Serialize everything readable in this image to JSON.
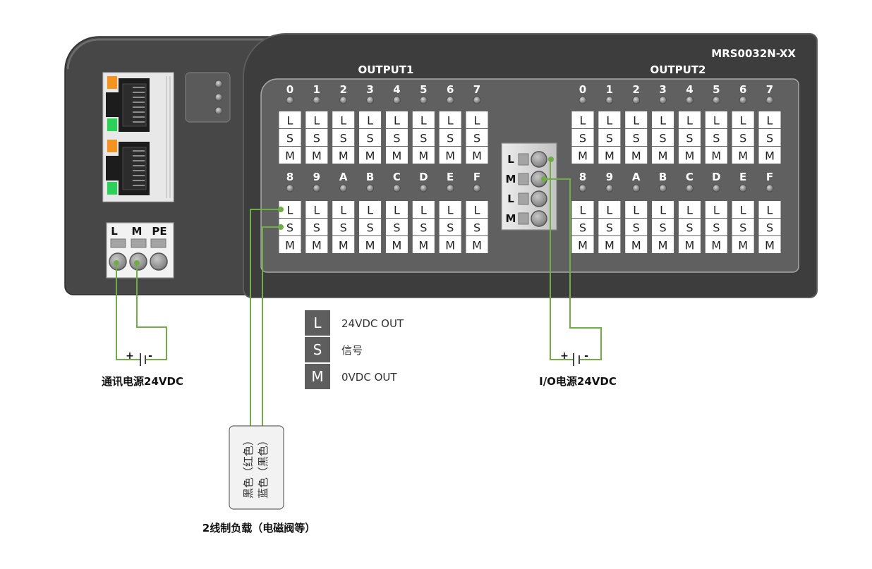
{
  "module": {
    "model": "MRS0032N-XX"
  },
  "output1": {
    "title": "OUTPUT1",
    "row1_channels": [
      "0",
      "1",
      "2",
      "3",
      "4",
      "5",
      "6",
      "7"
    ],
    "row2_channels": [
      "8",
      "9",
      "A",
      "B",
      "C",
      "D",
      "E",
      "F"
    ]
  },
  "output2": {
    "title": "OUTPUT2",
    "row1_channels": [
      "0",
      "1",
      "2",
      "3",
      "4",
      "5",
      "6",
      "7"
    ],
    "row2_channels": [
      "8",
      "9",
      "A",
      "B",
      "C",
      "D",
      "E",
      "F"
    ]
  },
  "terminal_pins": [
    "L",
    "S",
    "M"
  ],
  "comm_power_connector": {
    "pins": [
      "L",
      "M",
      "PE"
    ]
  },
  "io_power_connector": {
    "pins": [
      "L",
      "M",
      "L",
      "M"
    ]
  },
  "comm_supply": {
    "plus": "+",
    "minus": "-",
    "label": "通讯电源24VDC"
  },
  "io_supply": {
    "plus": "+",
    "minus": "-",
    "label": "I/O电源24VDC"
  },
  "load": {
    "wire_1": "黑色（红色）",
    "wire_2": "蓝色（黑色）",
    "label": "2线制负载（电磁阀等）"
  },
  "legend": [
    {
      "key": "L",
      "text": "24VDC OUT"
    },
    {
      "key": "S",
      "text": "信号"
    },
    {
      "key": "M",
      "text": "0VDC OUT"
    }
  ],
  "colors": {
    "wire": "#70ad47",
    "module_body": "#3d3d3d",
    "comm_body": "#474747",
    "terminal_panel": "#606060",
    "legend_key": "#5e5e5e",
    "led_orange": "#f39321",
    "led_green": "#2ed05a"
  }
}
